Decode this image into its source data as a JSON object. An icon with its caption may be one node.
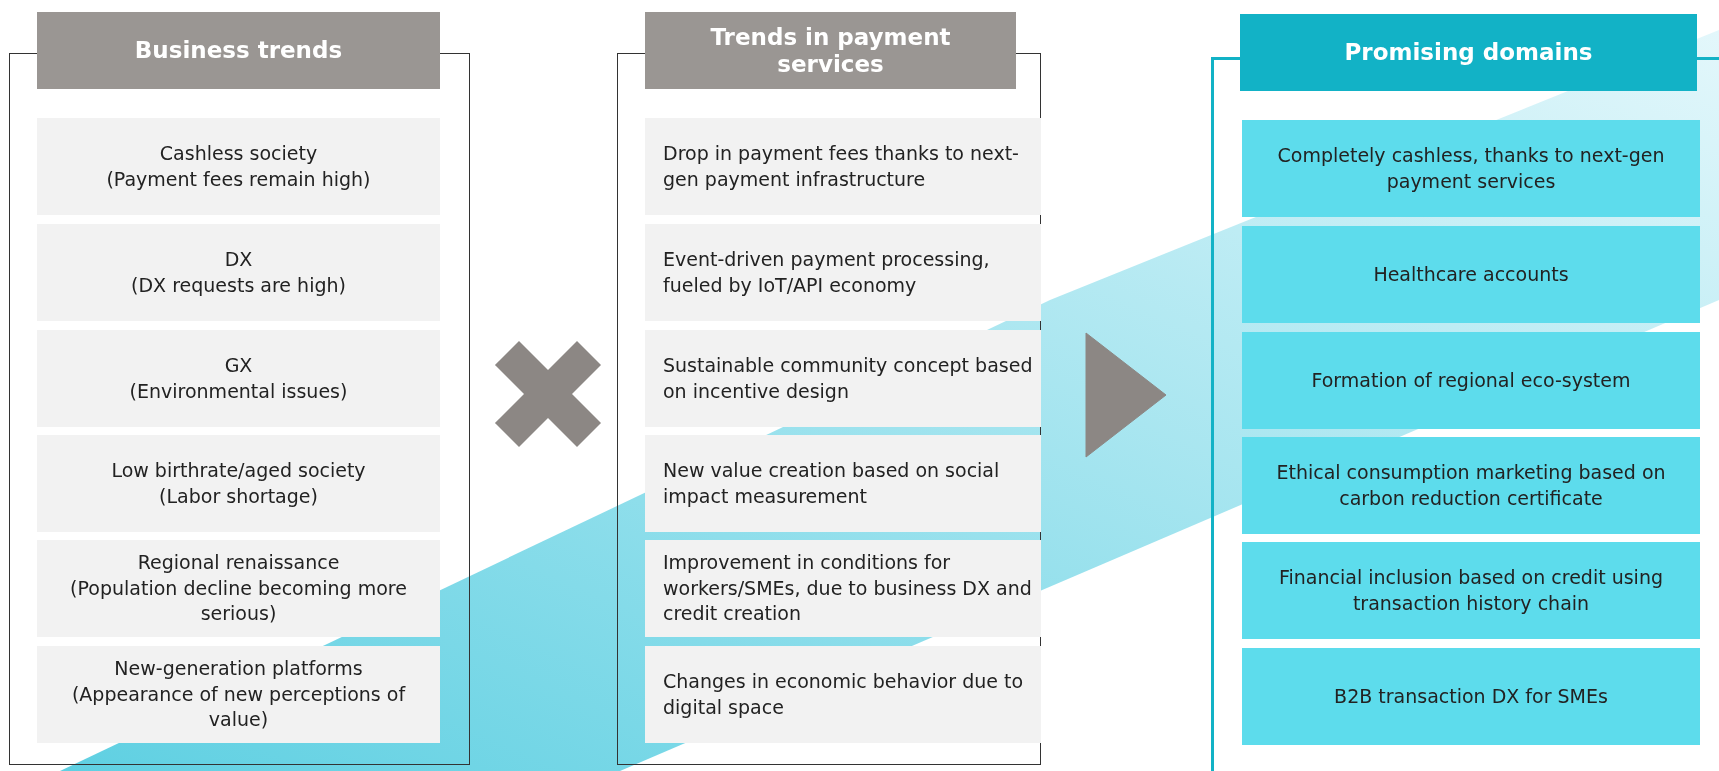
{
  "diagram": {
    "nodes": [
      {
        "text": [
          "Business trends"
        ]
      },
      {
        "text": [
          "Cashless society",
          "(Payment fees remain high)"
        ],
        "in": 0
      },
      {
        "text": [
          "DX",
          "(DX requests are high)"
        ],
        "in": 0
      },
      {
        "text": [
          "GX",
          "(Environmental issues)"
        ],
        "in": 0
      },
      {
        "text": [
          "Low birthrate/aged society",
          "(Labor shortage)"
        ],
        "in": 0
      },
      {
        "text": [
          "Regional renaissance",
          "(Population decline becoming more serious)"
        ],
        "in": 0
      },
      {
        "text": [
          "New-generation platforms",
          "(Appearance of new perceptions of value)"
        ],
        "in": 0
      },
      {
        "text": [
          "Trends in payment services"
        ]
      },
      {
        "text": [
          "Drop in payment fees thanks to next-gen payment infrastructure"
        ],
        "in": 7
      },
      {
        "text": [
          "Event-driven payment processing, fueled by IoT/API economy"
        ],
        "in": 7
      },
      {
        "text": [
          "Sustainable community concept based on incentive design"
        ],
        "in": 7
      },
      {
        "text": [
          "New value creation based on social impact measurement"
        ],
        "in": 7
      },
      {
        "text": [
          "Improvement in conditions for workers/SMEs, due to business DX and credit creation"
        ],
        "in": 7
      },
      {
        "text": [
          "Changes in economic behavior due to digital space"
        ],
        "in": 7
      },
      {
        "text": [
          "Promising domains"
        ]
      },
      {
        "text": [
          "Completely cashless, thanks to next-gen payment services"
        ],
        "in": 14
      },
      {
        "text": [
          "Healthcare accounts"
        ],
        "in": 14
      },
      {
        "text": [
          "Formation of regional eco-system"
        ],
        "in": 14
      },
      {
        "text": [
          "Ethical consumption marketing based on carbon reduction certificate"
        ],
        "in": 14
      },
      {
        "text": [
          "Financial inclusion based on credit using transaction history chain"
        ],
        "in": 14
      },
      {
        "text": [
          "B2B transaction DX for SMEs"
        ],
        "in": 14
      }
    ],
    "edges": [
      {
        "from": 7,
        "to": 14,
        "arrow": "to"
      }
    ]
  }
}
